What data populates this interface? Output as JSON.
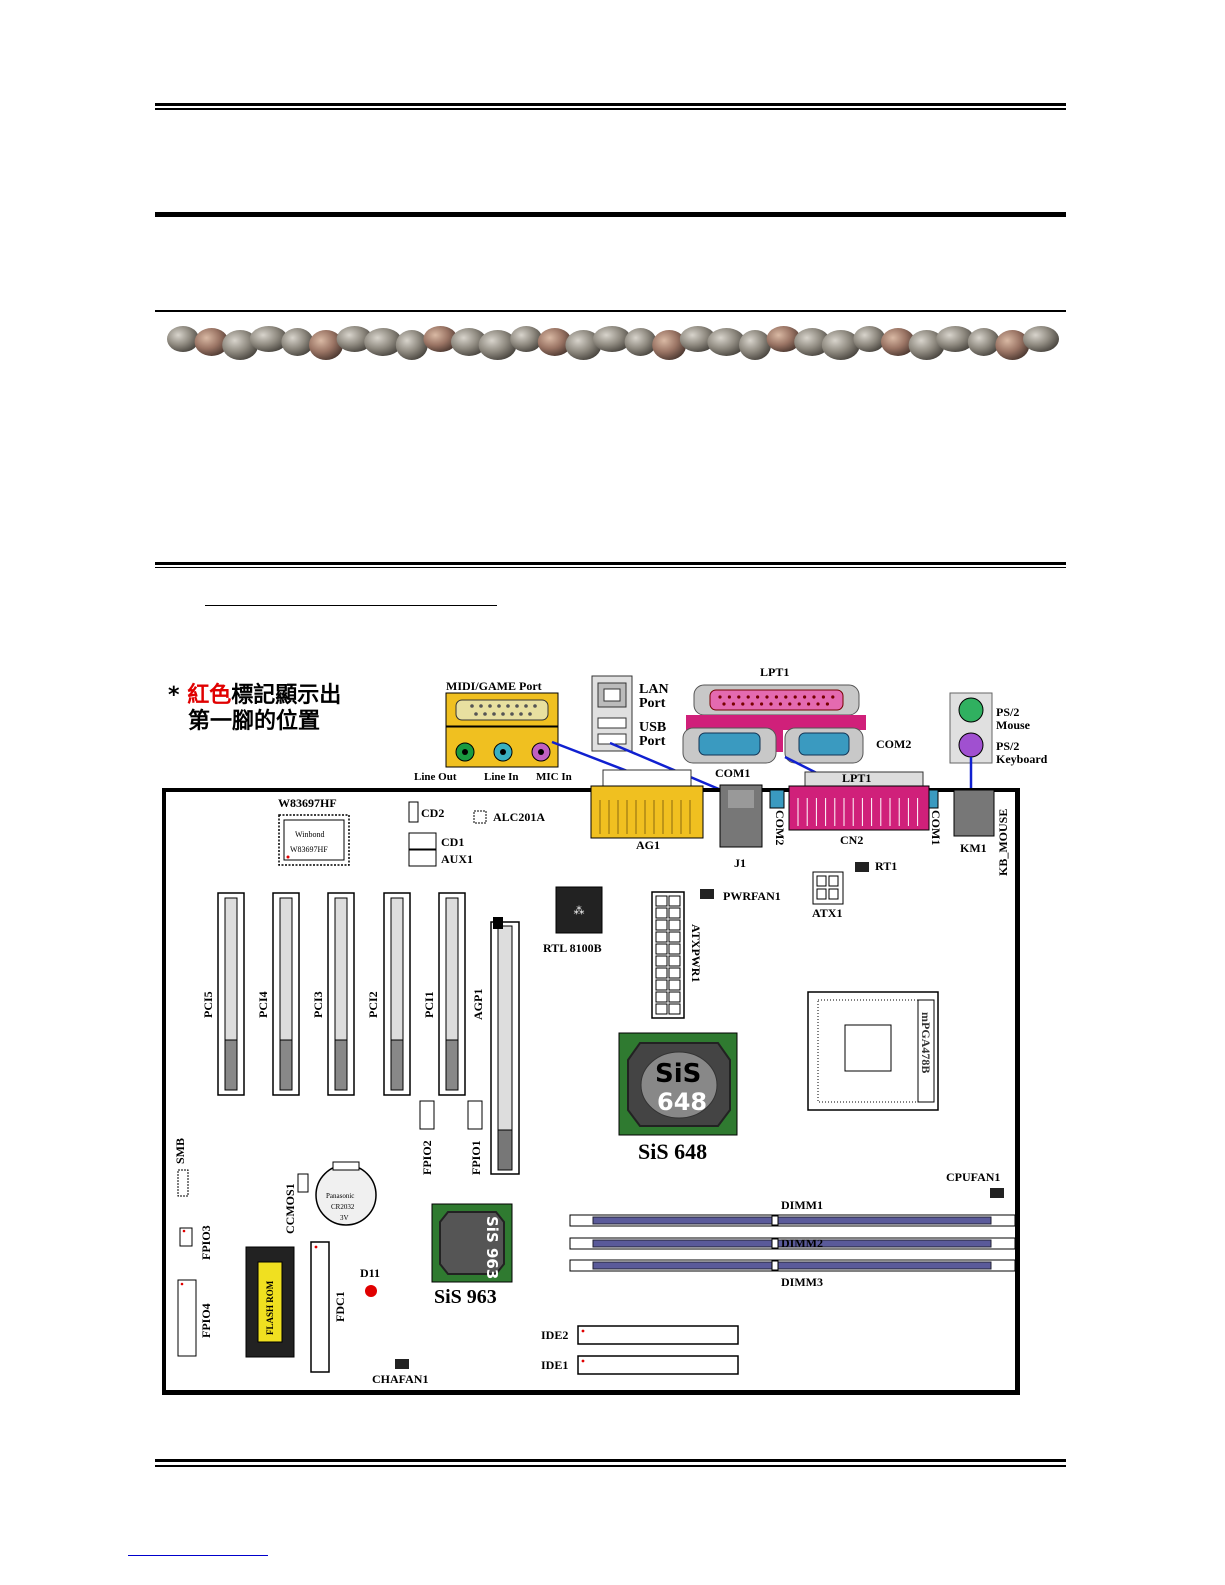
{
  "note": {
    "marker": "*",
    "red_text": "紅色",
    "text_line1": "標記顯示出",
    "text_line2": "第一腳的位置"
  },
  "back_panel": {
    "midi_game": "MIDI/GAME Port",
    "line_out": "Line  Out",
    "line_in": "Line In",
    "mic_in": "MIC In",
    "lan": "LAN",
    "lan_port": "Port",
    "usb": "USB",
    "usb_port": "Port",
    "lpt1_top": "LPT1",
    "com1_top": "COM1",
    "com2_top": "COM2",
    "ps2_mouse_1": "PS/2",
    "ps2_mouse_2": "Mouse",
    "ps2_kb_1": "PS/2",
    "ps2_kb_2": "Keyboard"
  },
  "board": {
    "w83697hf": "W83697HF",
    "winbond_1": "Winbond",
    "winbond_2": "W83697HF",
    "cd2": "CD2",
    "alc201a": "ALC201A",
    "cd1": "CD1",
    "aux1": "AUX1",
    "ag1": "AG1",
    "j1": "J1",
    "com2": "COM2",
    "lpt1": "LPT1",
    "cn2": "CN2",
    "com1": "COM1",
    "km1": "KM1",
    "kb_mouse": "KB_MOUSE",
    "rt1": "RT1",
    "pwrfan1": "PWRFAN1",
    "atx1": "ATX1",
    "rtl8100b": "RTL 8100B",
    "atxpwr1": "ATXPWR1",
    "pci5": "PCI5",
    "pci4": "PCI4",
    "pci3": "PCI3",
    "pci2": "PCI2",
    "pci1": "PCI1",
    "agp1": "AGP1",
    "socket": "mPGA478B",
    "sis648_chip_1": "SiS",
    "sis648_chip_2": "648",
    "sis648": "SiS 648",
    "fpio2": "FPIO2",
    "fpio1": "FPIO1",
    "smb": "SMB",
    "ccmos1": "CCMOS1",
    "battery_1": "Panasonic",
    "battery_2": "CR2032",
    "battery_3": "3V",
    "sis963_chip": "SiS 963",
    "sis963": "SiS 963",
    "cpufan1": "CPUFAN1",
    "dimm1": "DIMM1",
    "dimm2": "DIMM2",
    "dimm3": "DIMM3",
    "fpio3": "FPIO3",
    "fpio4": "FPIO4",
    "flash_rom": "FLASH ROM",
    "fdc1": "FDC1",
    "d11": "D11",
    "ide2": "IDE2",
    "ide1": "IDE1",
    "chafan1": "CHAFAN1"
  },
  "colors": {
    "yellow": "#f0c020",
    "magenta": "#d0207a",
    "blue_line": "#1020d0",
    "red_pin": "#e00000"
  }
}
